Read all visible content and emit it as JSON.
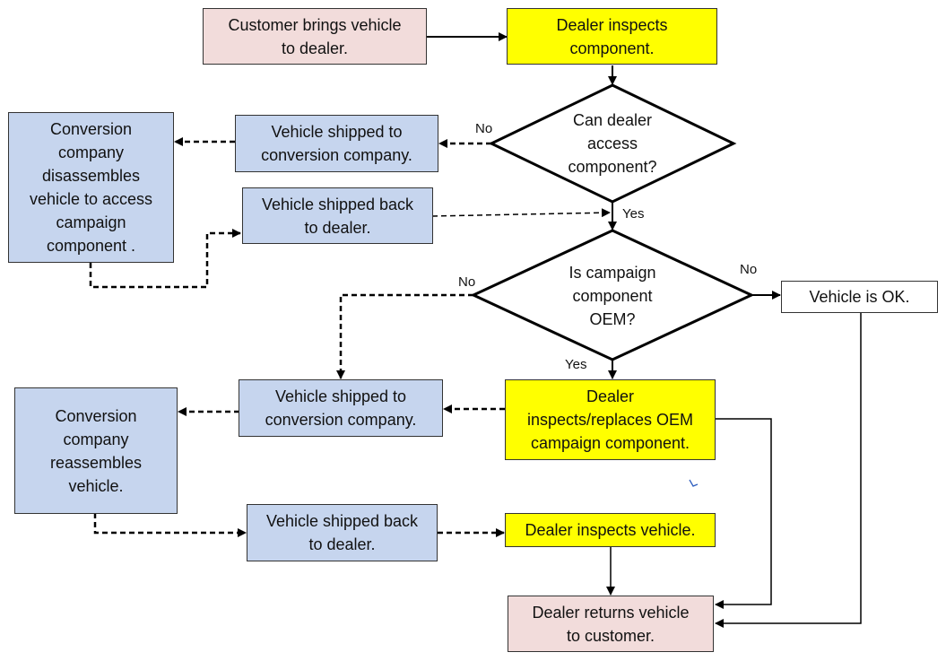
{
  "colors": {
    "pink": "#f2dcdb",
    "yellow": "#ffff00",
    "blue": "#c6d5ee",
    "white": "#ffffff",
    "stroke": "#000000",
    "accent_line": "#1f3f8f"
  },
  "nodes": {
    "customer_brings": "Customer brings vehicle\nto dealer.",
    "dealer_inspects_component": "Dealer inspects\ncomponent.",
    "can_dealer_access": "Can dealer\naccess\ncomponent?",
    "shipped_to_conversion_1": "Vehicle shipped to\nconversion company.",
    "conversion_disassembles": "Conversion\ncompany\ndisassembles\nvehicle to access\ncampaign\ncomponent .",
    "shipped_back_1": "Vehicle shipped back\nto dealer.",
    "is_campaign_oem": "Is campaign\ncomponent\nOEM?",
    "vehicle_ok": "Vehicle is OK.",
    "shipped_to_conversion_2": "Vehicle shipped to\nconversion company.",
    "dealer_replaces_oem": "Dealer\ninspects/replaces OEM\ncampaign component.",
    "conversion_reassembles": "Conversion\ncompany\nreassembles\nvehicle.",
    "shipped_back_2": "Vehicle shipped back\nto dealer.",
    "dealer_inspects_vehicle": "Dealer inspects vehicle.",
    "dealer_returns": "Dealer returns vehicle\nto customer."
  },
  "labels": {
    "no_access": "No",
    "yes_access": "Yes",
    "no_oem_left": "No",
    "no_oem_right": "No",
    "yes_oem": "Yes"
  }
}
